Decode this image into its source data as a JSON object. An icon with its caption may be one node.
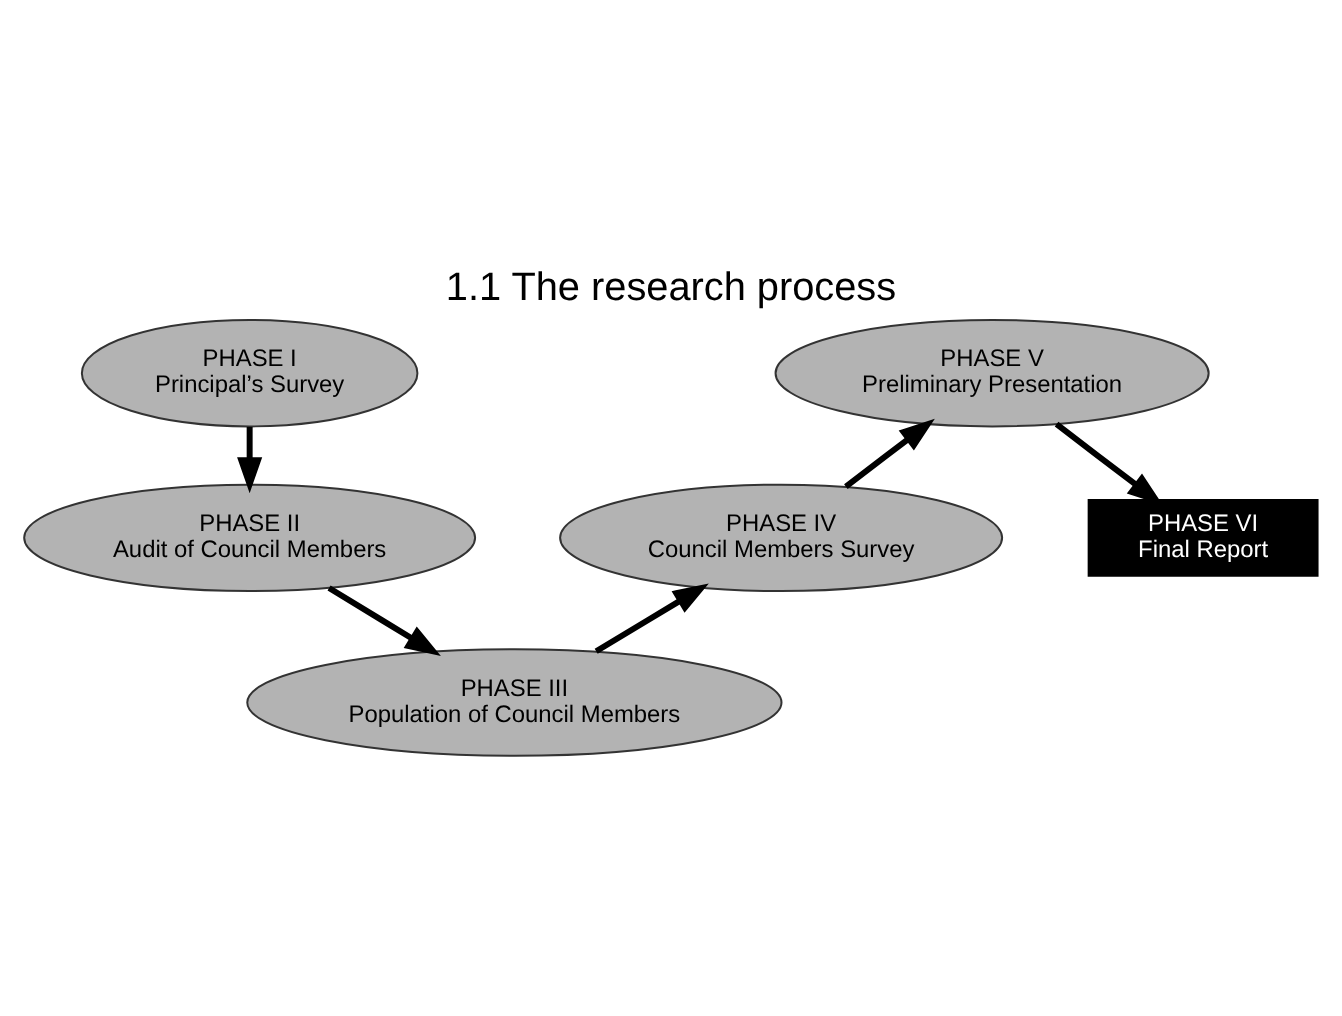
{
  "diagram": {
    "title": "1.1 The research process",
    "nodes": [
      {
        "text": [
          "PHASE I",
          "Principal’s Survey"
        ]
      },
      {
        "text": [
          "PHASE II",
          "Audit of Council Members"
        ]
      },
      {
        "text": [
          "PHASE III",
          "Population of Council Members"
        ]
      },
      {
        "text": [
          "PHASE IV",
          "Council Members Survey"
        ]
      },
      {
        "text": [
          "PHASE V",
          "Preliminary Presentation"
        ]
      },
      {
        "text": [
          "PHASE VI",
          "Final Report"
        ]
      }
    ],
    "edges": [
      {
        "from": 0,
        "to": 1,
        "arrow": "to"
      },
      {
        "from": 1,
        "to": 2,
        "arrow": "to"
      },
      {
        "from": 2,
        "to": 3,
        "arrow": "to"
      },
      {
        "from": 3,
        "to": 4,
        "arrow": "to"
      },
      {
        "from": 4,
        "to": 5,
        "arrow": "to"
      }
    ]
  }
}
